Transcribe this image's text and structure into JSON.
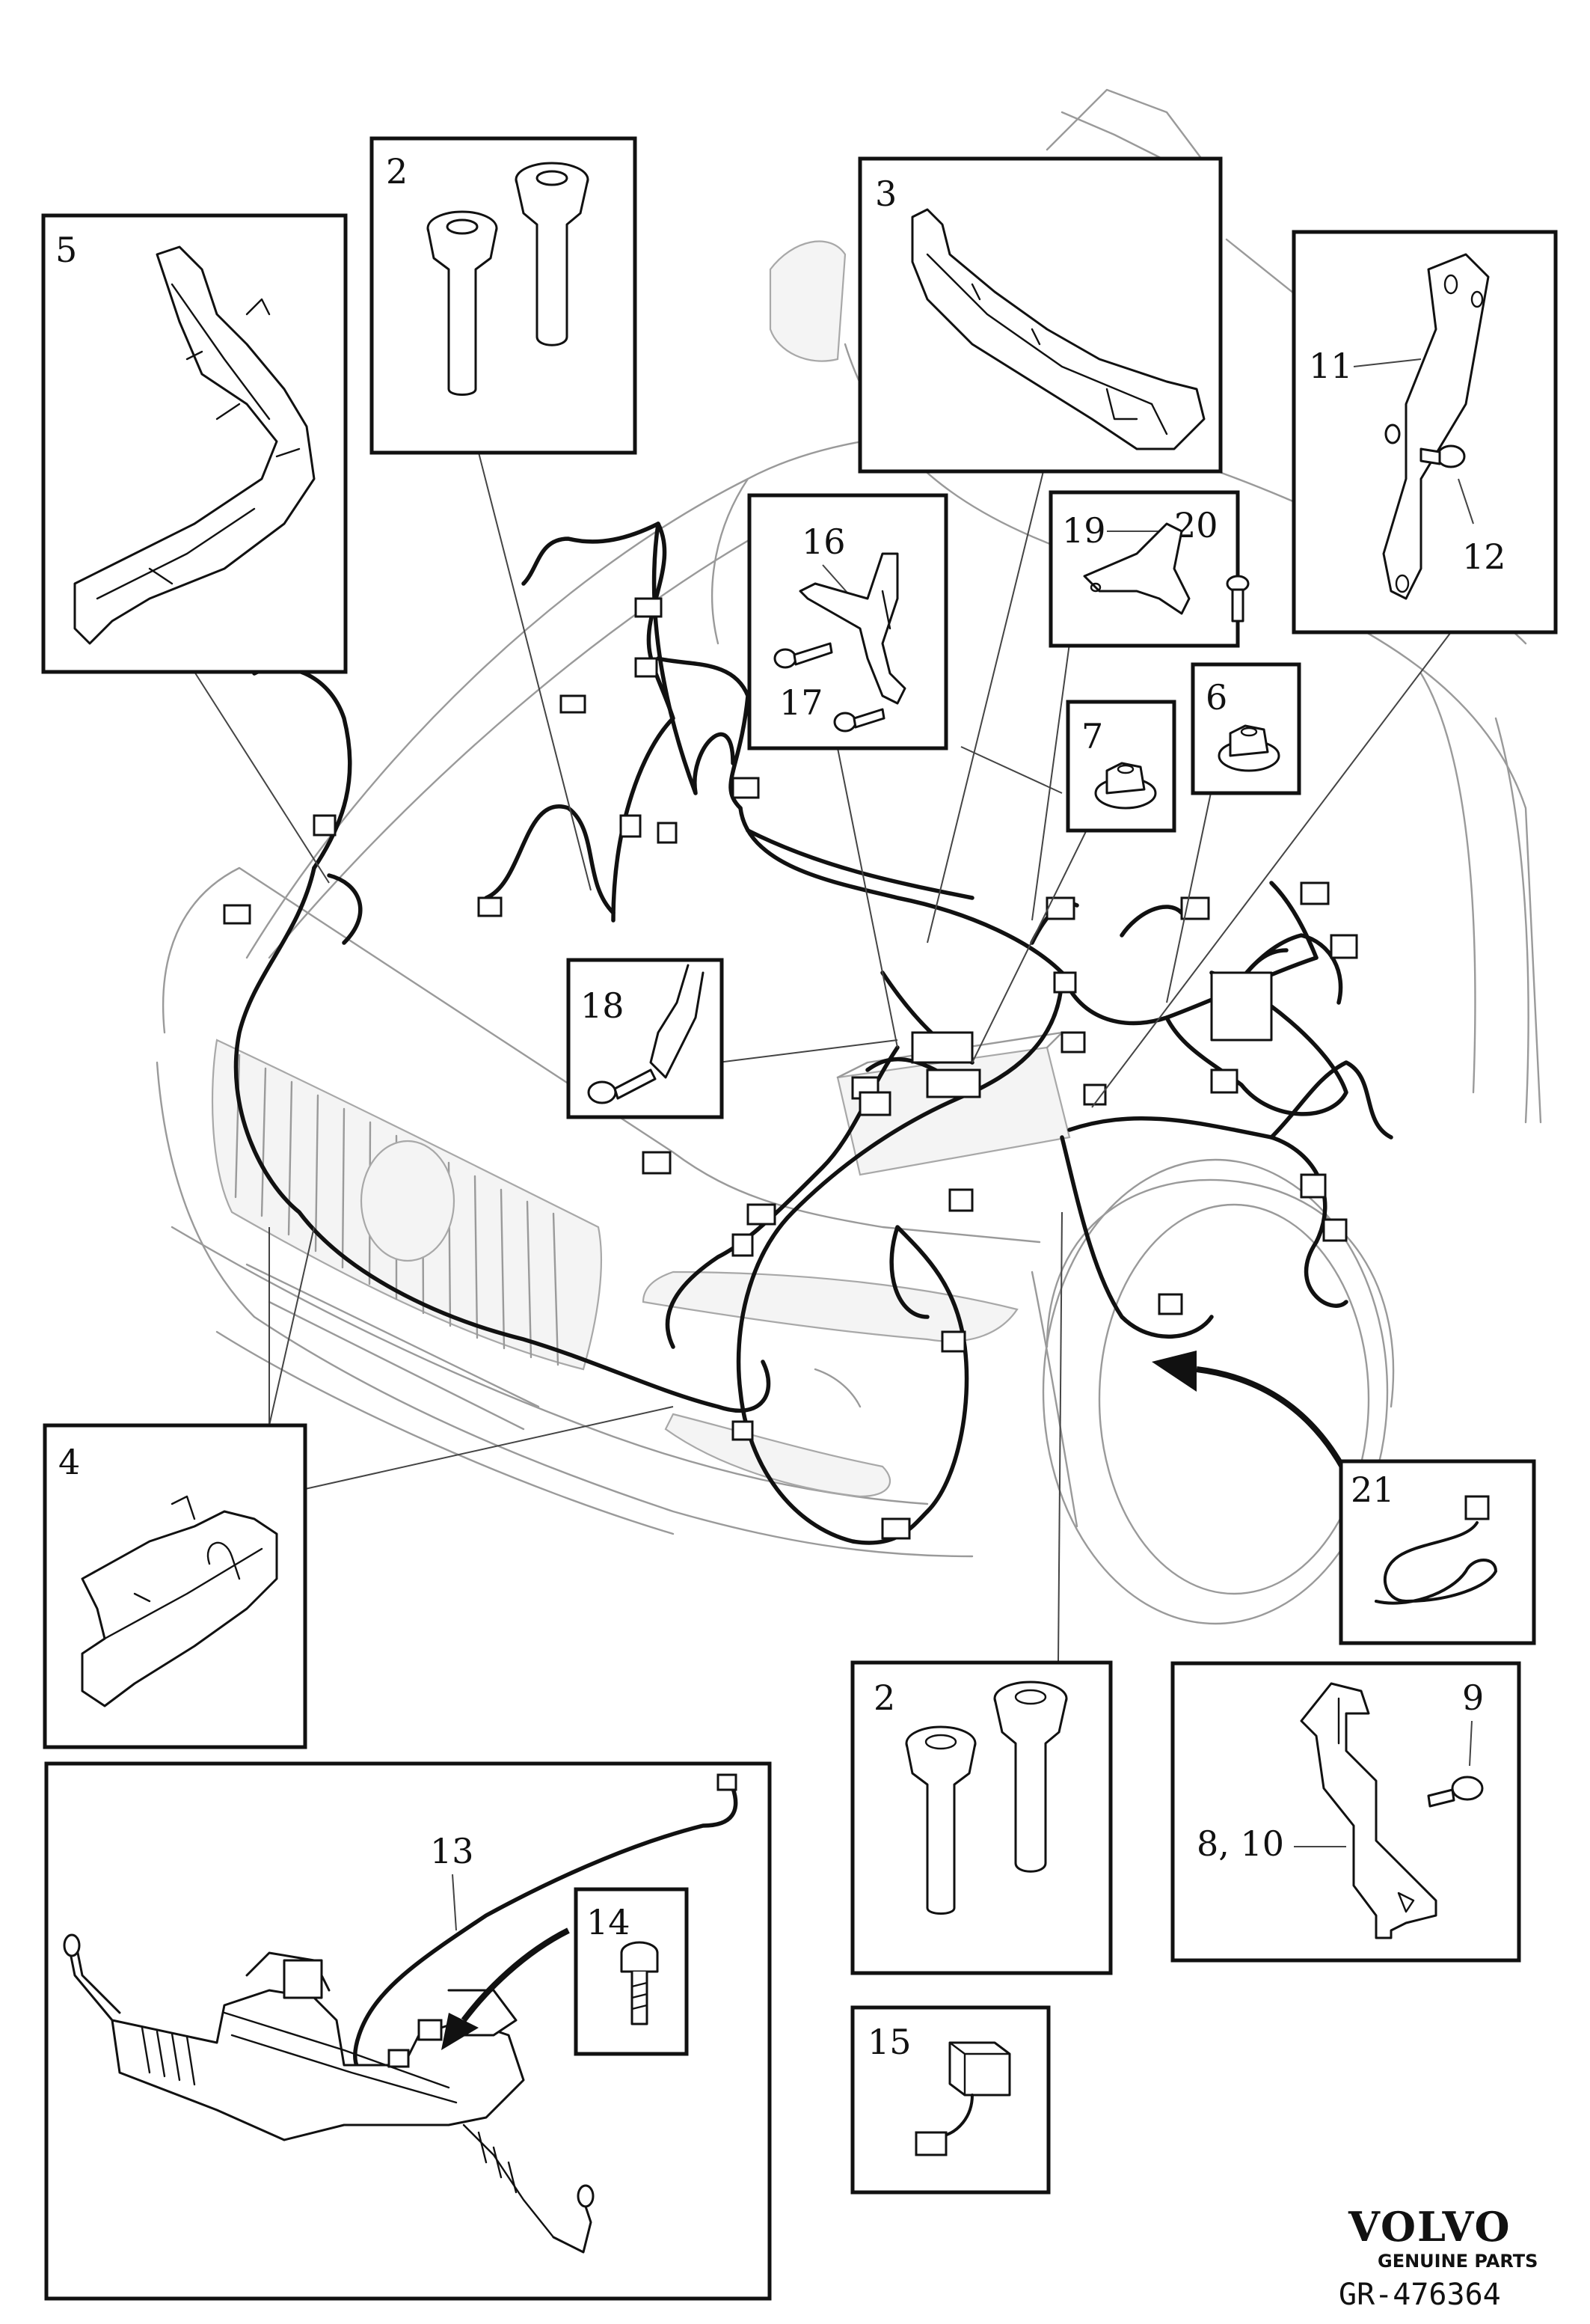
{
  "callouts": {
    "c2a": "2",
    "c3": "3",
    "c5": "5",
    "c11": "11",
    "c12": "12",
    "c16": "16",
    "c17": "17",
    "c19": "19",
    "c20": "20",
    "c7": "7",
    "c6": "6",
    "c18": "18",
    "c4": "4",
    "c21": "21",
    "c2b": "2",
    "c9": "9",
    "c8_10": "8, 10",
    "c13": "13",
    "c14": "14",
    "c15": "15"
  },
  "branding": {
    "logo": "VOLVO",
    "tagline": "GENUINE PARTS",
    "reference": "GR-476364"
  }
}
